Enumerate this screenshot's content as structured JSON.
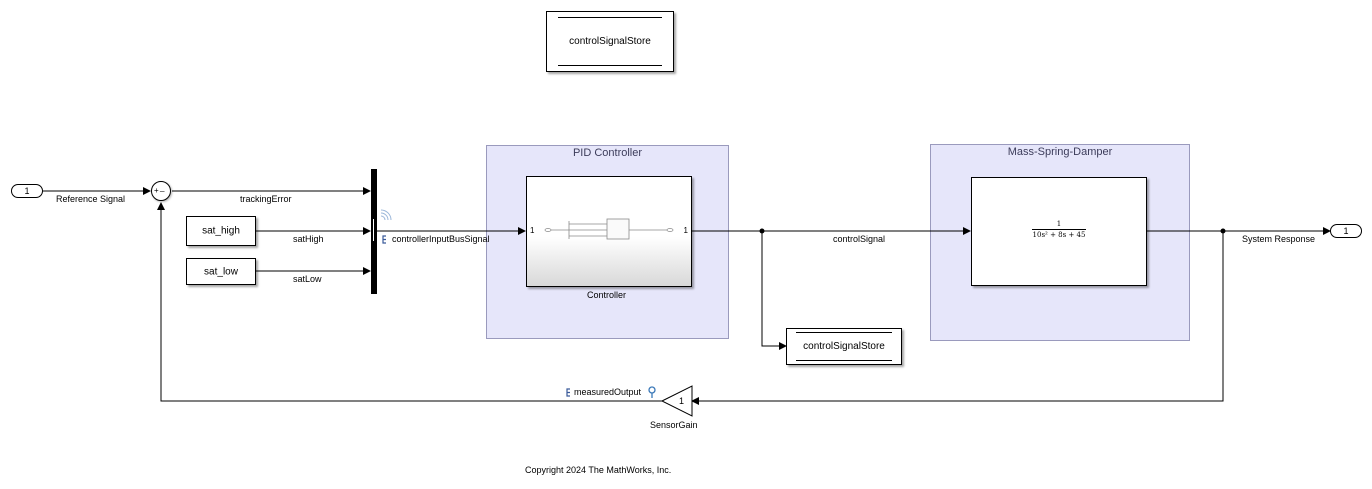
{
  "diagram": {
    "blocks": {
      "top_store_label": "controlSignalStore",
      "bottom_store_label": "controlSignalStore",
      "inport_number": "1",
      "outport_number": "1",
      "sat_high_label": "sat_high",
      "sat_low_label": "sat_low",
      "sum_signs": {
        "plus": "+",
        "minus": "_"
      },
      "controller_name": "Controller",
      "controller_in_port": "1",
      "controller_out_port": "1",
      "gain_value": "1",
      "gain_name": "SensorGain",
      "tf_numerator": "1",
      "tf_denominator": "10s² + 8s + 45"
    },
    "areas": {
      "pid_title": "PID Controller",
      "plant_title": "Mass-Spring-Damper"
    },
    "signals": {
      "reference": "Reference Signal",
      "tracking_error": "trackingError",
      "sat_high": "satHigh",
      "sat_low": "satLow",
      "bus": "controllerInputBusSignal",
      "control": "controlSignal",
      "system_response": "System Response",
      "measured_output": "measuredOutput"
    },
    "copyright": "Copyright 2024 The MathWorks, Inc."
  }
}
